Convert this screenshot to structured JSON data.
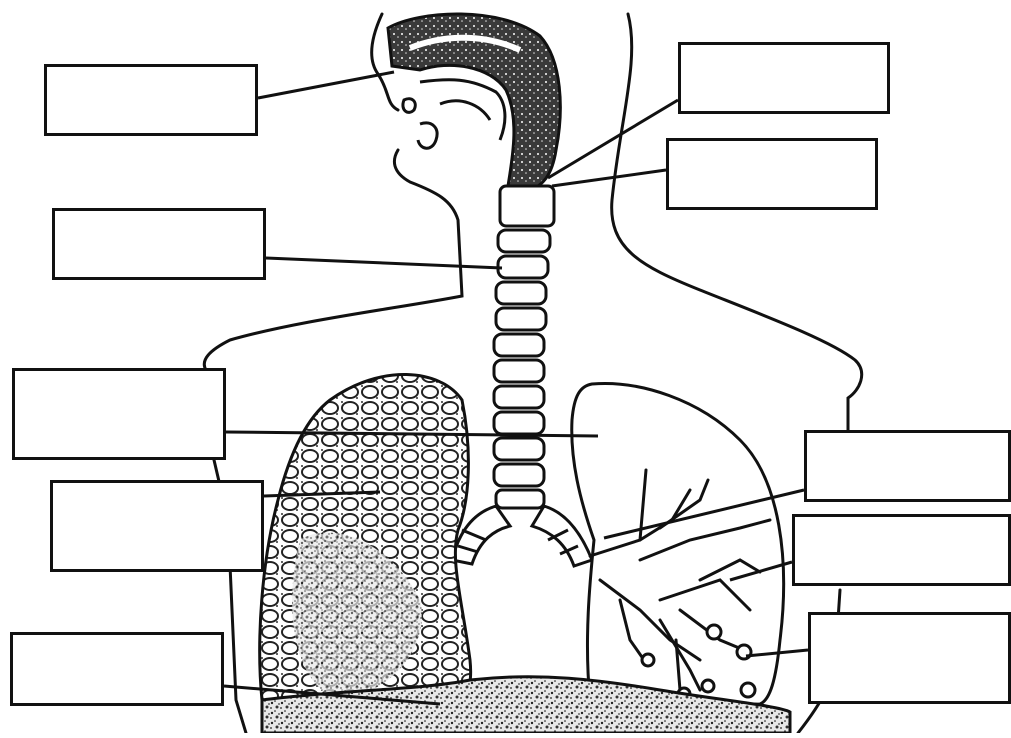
{
  "diagram": {
    "subject": "human-respiratory-system",
    "label_boxes": [
      {
        "id": "nasal-cavity",
        "text": ""
      },
      {
        "id": "pharynx",
        "text": ""
      },
      {
        "id": "larynx",
        "text": ""
      },
      {
        "id": "trachea",
        "text": ""
      },
      {
        "id": "lung",
        "text": ""
      },
      {
        "id": "alveoli",
        "text": ""
      },
      {
        "id": "bronchus",
        "text": ""
      },
      {
        "id": "bronchiole",
        "text": ""
      },
      {
        "id": "diaphragm",
        "text": ""
      },
      {
        "id": "air-sacs",
        "text": ""
      }
    ]
  }
}
